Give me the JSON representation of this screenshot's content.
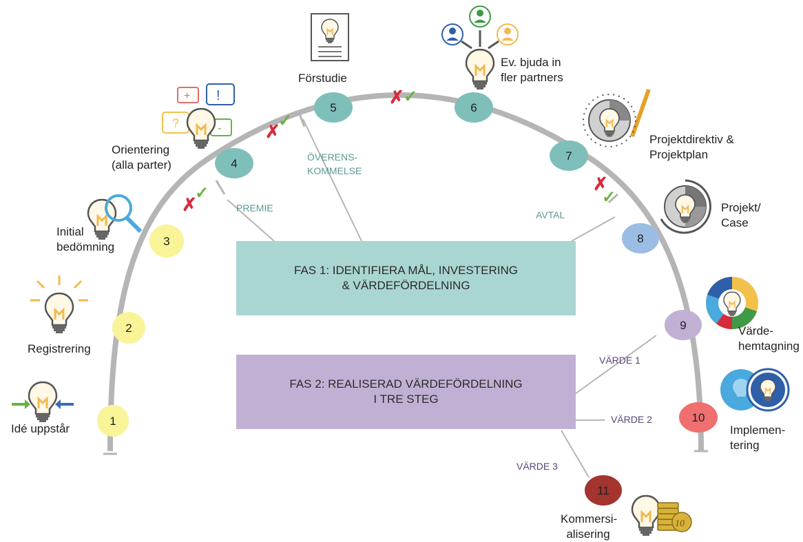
{
  "colors": {
    "track": "#b5b5b5",
    "phase1_bg": "#a9d6d1",
    "phase2_bg": "#c0b1d4",
    "teal_text": "#5b9a96",
    "purple_text": "#5a4476",
    "cross": "#d62b3c",
    "check": "#6ab23c",
    "bulb": "#f2b950"
  },
  "steps": [
    {
      "num": "1",
      "label": "Idé uppstår",
      "color": "#f9f497"
    },
    {
      "num": "2",
      "label": "Registrering",
      "color": "#f9f497"
    },
    {
      "num": "3",
      "label": "Initial\nbedömning",
      "color": "#f9f497"
    },
    {
      "num": "4",
      "label": "Orientering\n(alla parter)",
      "color": "#7fbfba"
    },
    {
      "num": "5",
      "label": "Förstudie",
      "color": "#7fbfba"
    },
    {
      "num": "6",
      "label": "Ev. bjuda in\nfler partners",
      "color": "#7fbfba"
    },
    {
      "num": "7",
      "label": "Projektdirektiv &\nProjektplan",
      "color": "#7fbfba"
    },
    {
      "num": "8",
      "label": "Projekt/\nCase",
      "color": "#9bbde3"
    },
    {
      "num": "9",
      "label": "Värde-\nhemtagning",
      "color": "#c0b1d4"
    },
    {
      "num": "10",
      "label": "Implemen-\ntering",
      "color": "#f06f6f"
    },
    {
      "num": "11",
      "label": "Kommersi-\nalisering",
      "color": "#a3342e"
    }
  ],
  "gates": {
    "premie": "PREMIE",
    "overenskommelse": "ÖVERENS-\nKOMMELSE",
    "avtal": "AVTAL",
    "varde1": "VÄRDE 1",
    "varde2": "VÄRDE 2",
    "varde3": "VÄRDE 3"
  },
  "phases": {
    "fas1": "FAS 1: IDENTIFIERA MÅL, INVESTERING\n& VÄRDEFÖRDELNING",
    "fas2": "FAS 2: REALISERAD VÄRDEFÖRDELNING\nI TRE STEG"
  },
  "icons": {
    "orientering_bubbles": [
      "+",
      "!",
      "?",
      "-"
    ],
    "coins_label": "10"
  }
}
